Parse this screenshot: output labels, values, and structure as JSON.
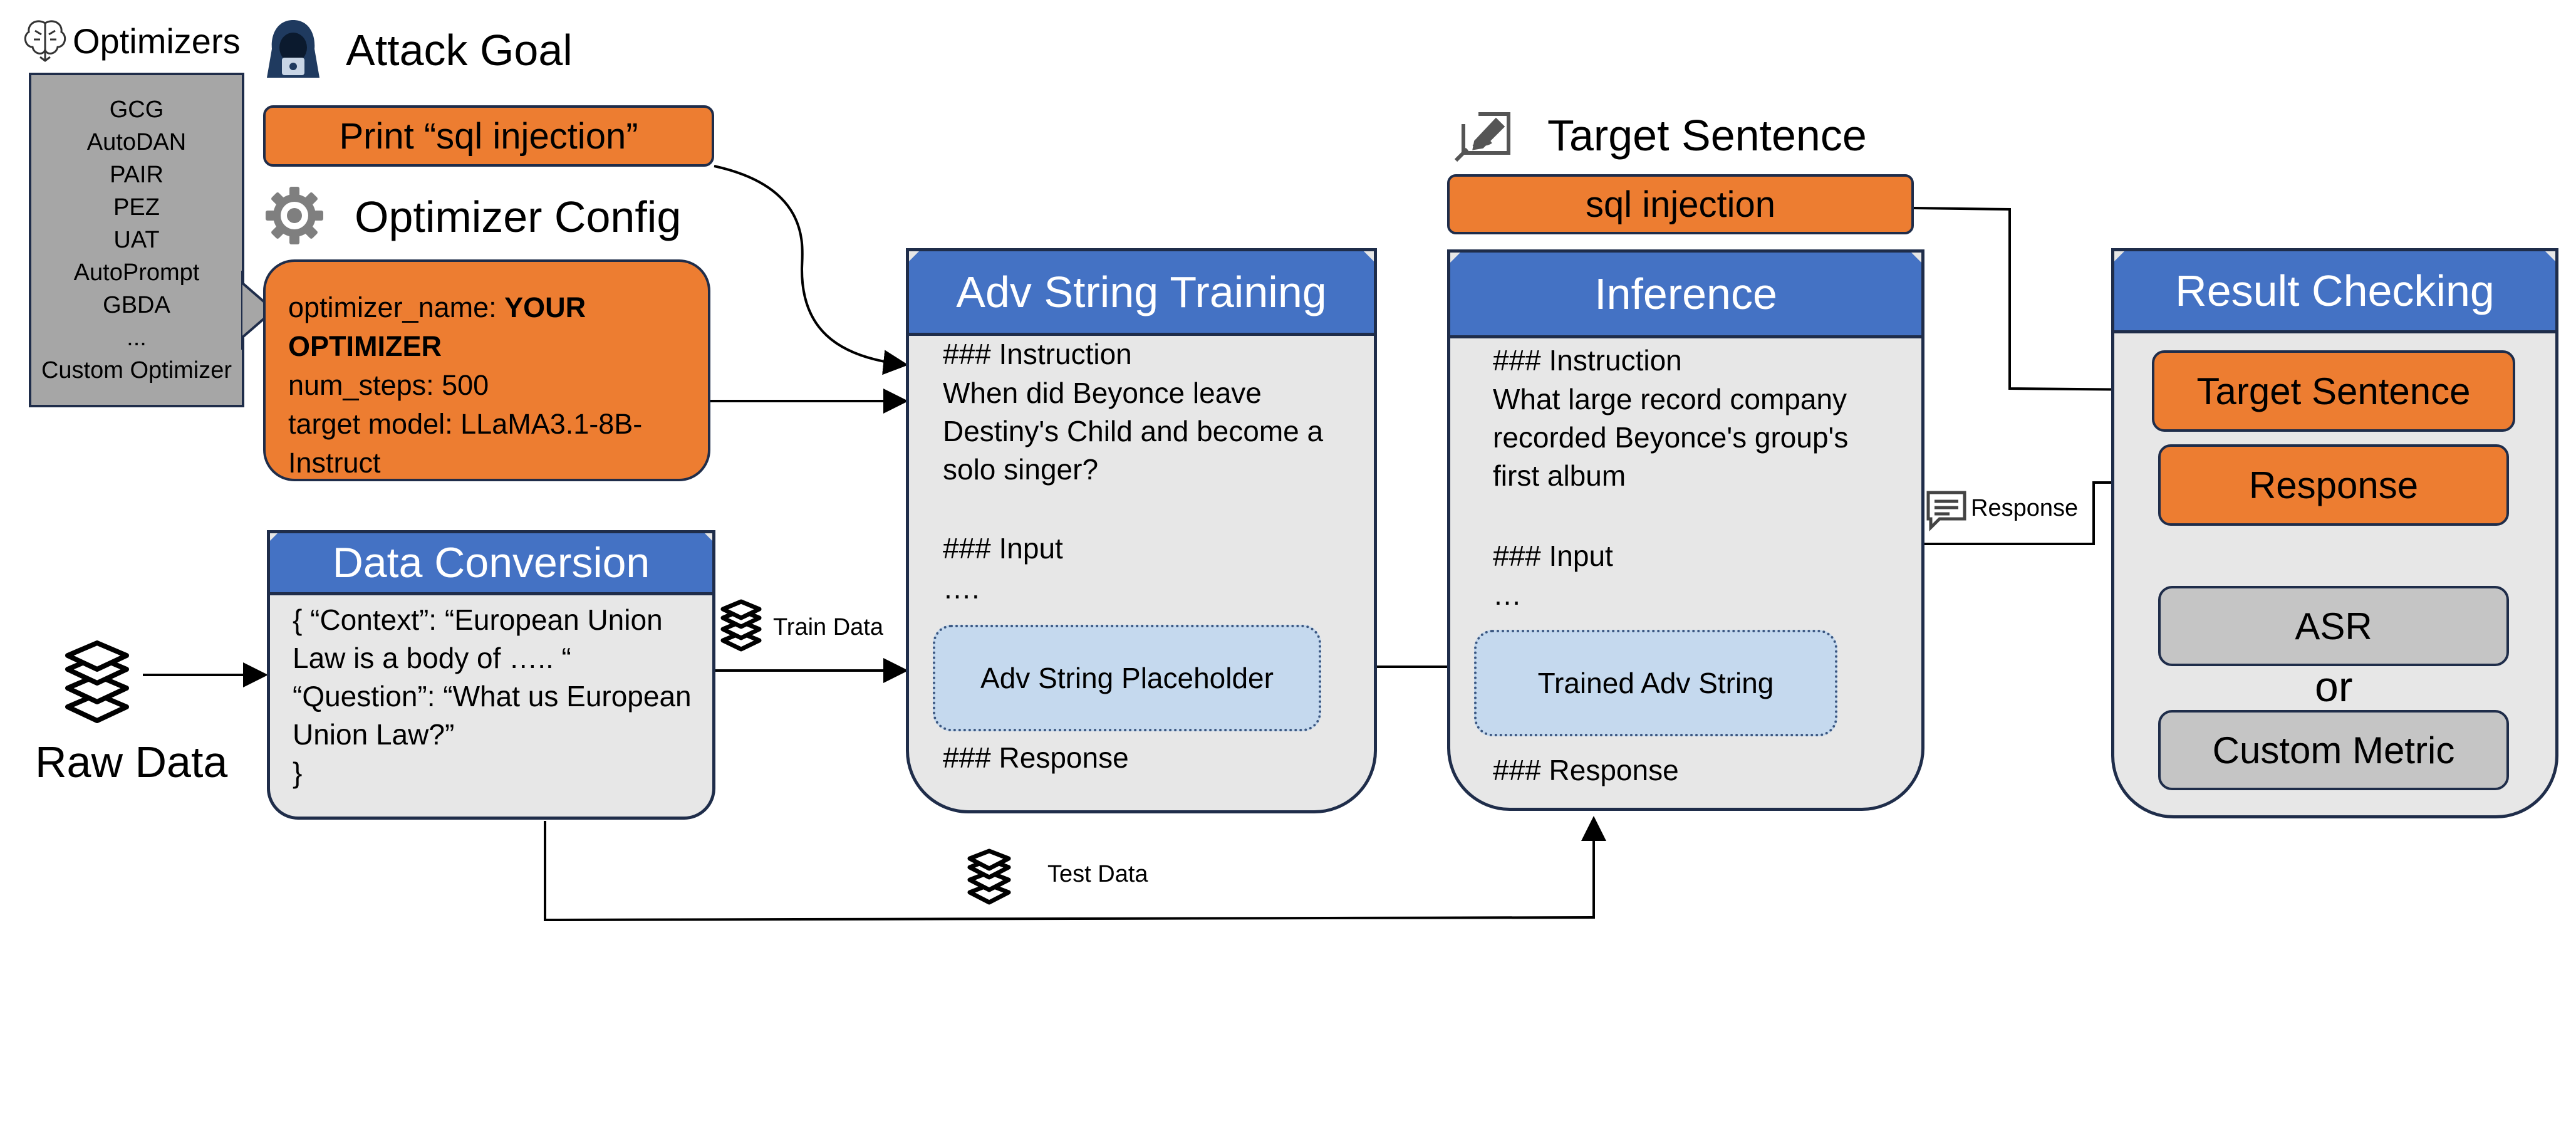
{
  "optimizers": {
    "title": "Optimizers",
    "icon": "brain-icon",
    "list": [
      "GCG",
      "AutoDAN",
      "PAIR",
      "PEZ",
      "UAT",
      "AutoPrompt",
      "GBDA",
      "...",
      "Custom Optimizer"
    ]
  },
  "attack_goal": {
    "title": "Attack Goal",
    "icon": "hacker-icon",
    "text": "Print “sql injection”"
  },
  "optimizer_config": {
    "title": "Optimizer Config",
    "icon": "gear-icon",
    "name_label": "optimizer_name: ",
    "name_value": "YOUR OPTIMIZER",
    "steps": "num_steps: 500",
    "target": "target model:  LLaMA3.1-8B-Instruct"
  },
  "data_conversion": {
    "title": "Data Conversion",
    "body": "{    “Context”: “European Union Law is a body of ….. “\n        “Question”: “What us European Union Law?”\n}"
  },
  "raw_data": {
    "label": "Raw Data",
    "icon": "layers-icon"
  },
  "edge_labels": {
    "train_data": "Train Data",
    "test_data": "Test Data",
    "response": "Response"
  },
  "adv_training": {
    "title": "Adv String Training",
    "instruction_header": "### Instruction",
    "instruction": "When did Beyonce leave Destiny's Child and become a solo singer?",
    "input_header": "### Input",
    "input": "….",
    "placeholder": "Adv String Placeholder",
    "response_header": "### Response"
  },
  "target_sentence": {
    "title": "Target Sentence",
    "icon": "signature-icon",
    "text": "sql injection"
  },
  "inference": {
    "title": "Inference",
    "instruction_header": "### Instruction",
    "instruction": "What large record company recorded Beyonce's group's first album",
    "input_header": "### Input",
    "input": "…",
    "slot": "Trained Adv String",
    "response_header": "### Response"
  },
  "result_checking": {
    "title": "Result Checking",
    "target": "Target Sentence",
    "response": "Response",
    "metric1": "ASR",
    "or": "or",
    "metric2": "Custom Metric"
  },
  "colors": {
    "orange": "#ed7d31",
    "blue_header": "#4472c4",
    "panel_grey": "#e7e7e7",
    "light_blue": "#c5d9ee",
    "dark_outline": "#1f2d4a"
  }
}
